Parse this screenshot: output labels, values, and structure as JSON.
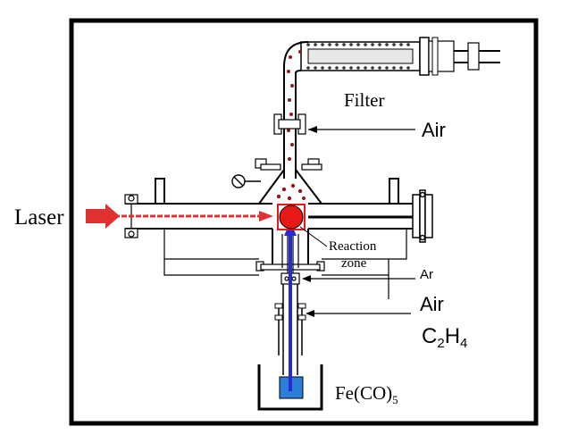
{
  "labels": {
    "laser": "Laser",
    "filter": "Filter",
    "air_top": "Air",
    "reaction_line1": "Reaction",
    "reaction_line2": "zone",
    "ar": "Ar",
    "air_bottom": "Air",
    "c2h4_main": "C",
    "c2h4_sub1": "2",
    "c2h4_mid": "H",
    "c2h4_sub2": "4",
    "feco5": "Fe(CO)",
    "feco5_sub": "5"
  },
  "colors": {
    "laser_beam": "#e03030",
    "reaction_zone": "#e81818",
    "precursor_flow": "#2a2ad0",
    "liquid": "#2a7fd8",
    "frame": "#000000",
    "particle": "#8b1a1a"
  }
}
